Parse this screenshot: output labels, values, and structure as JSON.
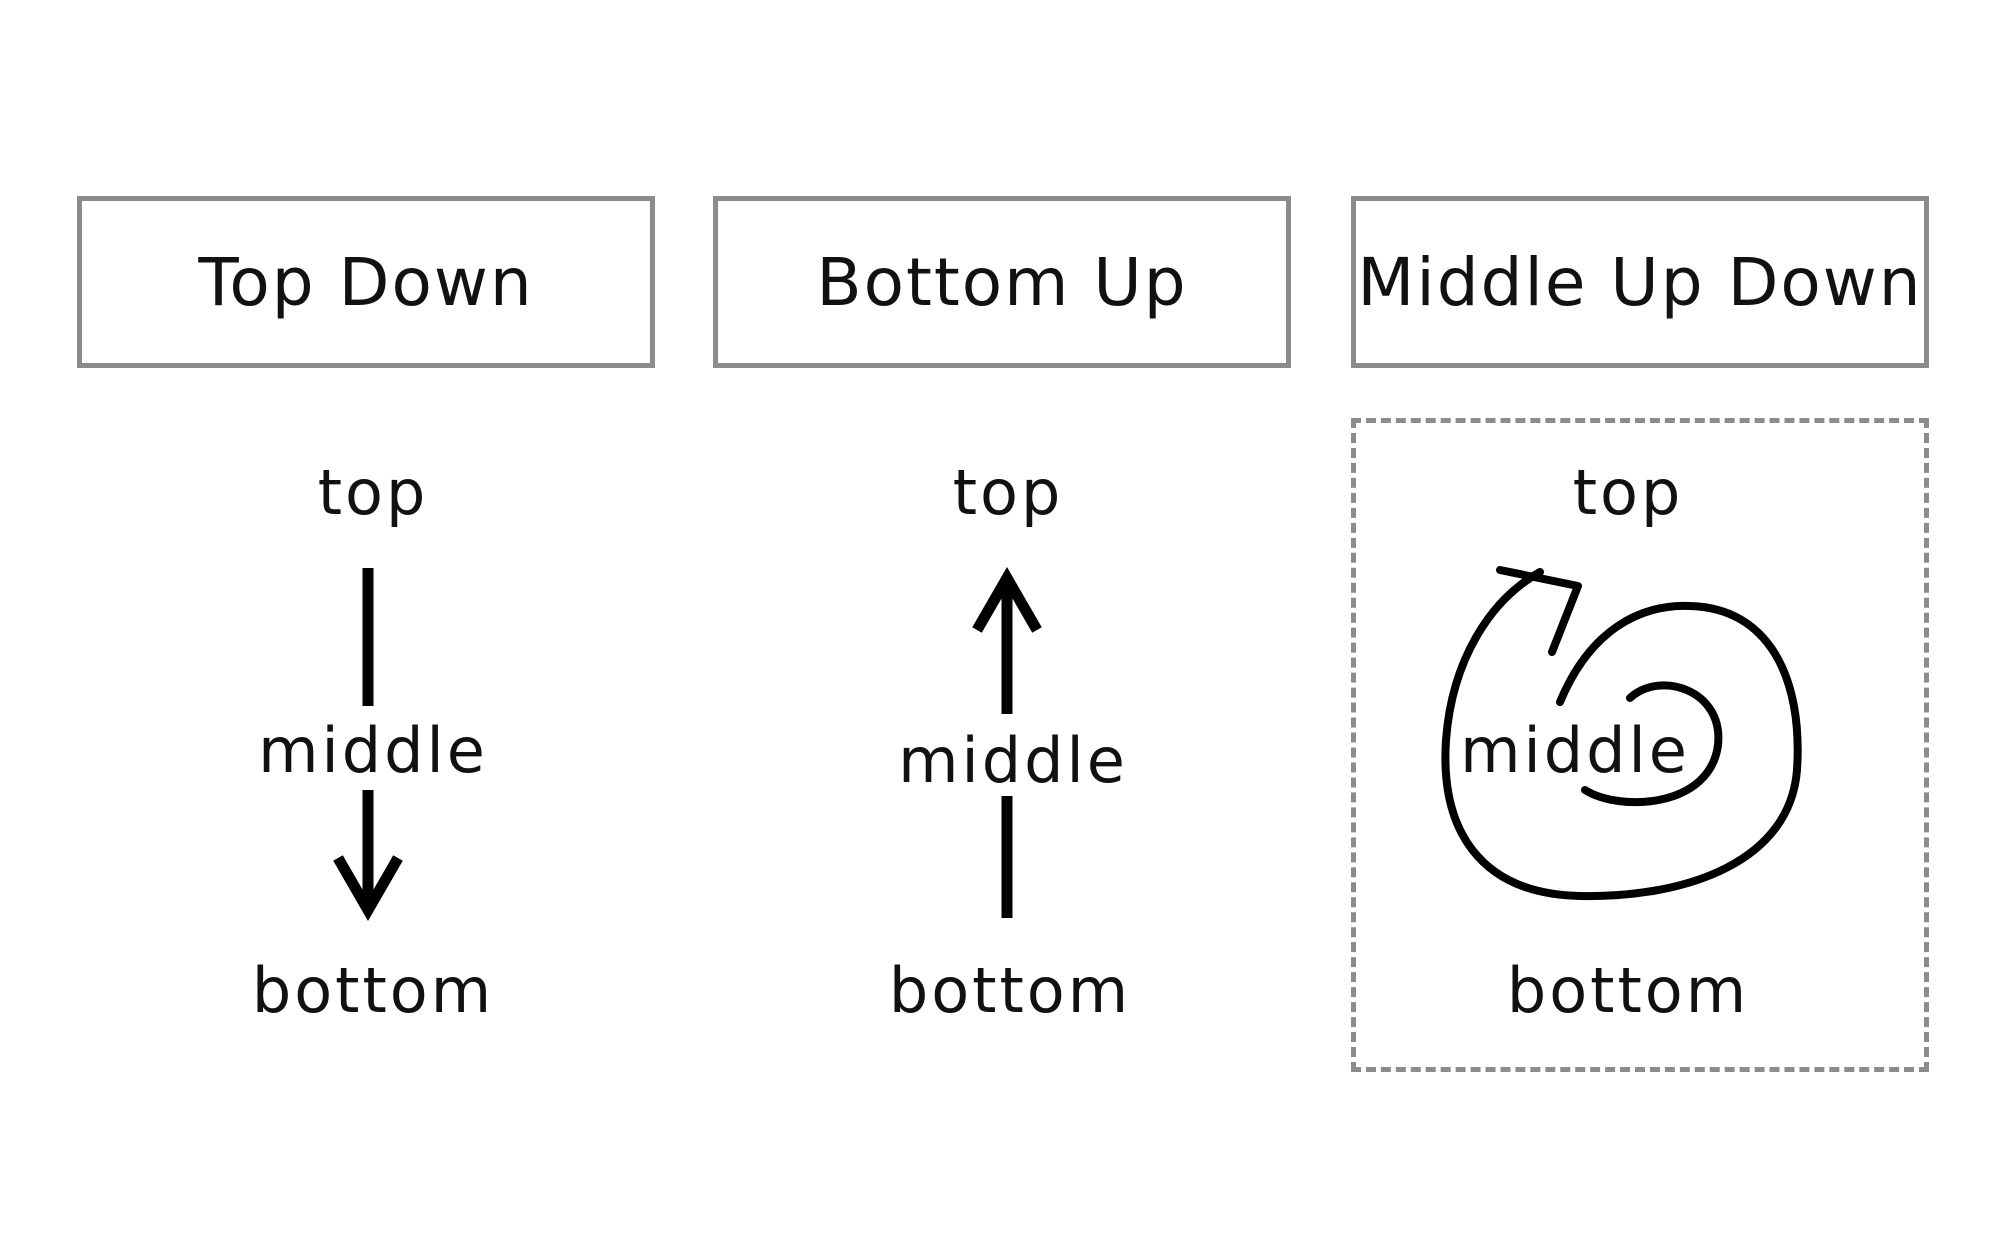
{
  "columns": [
    {
      "title": "Top Down",
      "top_label": "top",
      "middle_label": "middle",
      "bottom_label": "bottom",
      "arrow_direction": "down"
    },
    {
      "title": "Bottom Up",
      "top_label": "top",
      "middle_label": "middle",
      "bottom_label": "bottom",
      "arrow_direction": "up"
    },
    {
      "title": "Middle Up Down",
      "top_label": "top",
      "middle_label": "middle",
      "bottom_label": "bottom",
      "arrow_direction": "spiral-outward"
    }
  ],
  "colors": {
    "box_border": "#8c8c8c",
    "text": "#111111",
    "arrow": "#000000"
  }
}
